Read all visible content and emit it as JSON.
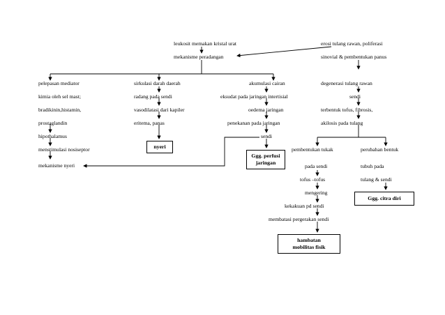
{
  "diagram": {
    "top": {
      "leukosit": "leukosit memakan kristal urat",
      "mekanisme_peradangan": "mekanisme peradangan",
      "erosi": "erosi tulang rawan, poliferasi",
      "sinovial": "sinovial & pembentukan panus"
    },
    "col1": {
      "l1": "pelepasan mediator",
      "l2": "kimia oleh sel mast;",
      "l3": "bradikinin,histamin,",
      "l4": "prostaglandin",
      "l5": "hipothalamus",
      "l6": "menstimulasi nosiseptor",
      "l7": "mekanisme nyeri"
    },
    "col2": {
      "l1": "sirkulasi darah daerah",
      "l2": "radang pada sendi",
      "l3": "vasodilatasi dari kapiler",
      "l4": "eritema, panas",
      "box": "nyeri"
    },
    "col3": {
      "l1": "akumulasi cairan",
      "l2": "eksudat pada jaringan intertisial",
      "l3": "oedema jaringan",
      "l4": "penekanan pada jaringan",
      "l5": "sendi",
      "box_line1": "Ggg. perfusi",
      "box_line2": "jaringan"
    },
    "col4": {
      "l1": "degenerasi tulang rawan",
      "l2": "sendi",
      "l3": "terbentuk tofus, fibrosis,",
      "l4": "akilosis pada tulang"
    },
    "left_branch": {
      "l1": "pembentukan tukak",
      "l2": "pada sendi",
      "l3": "tofus –tofus",
      "l4": "mengering",
      "l5": "kekakuan pd sendi",
      "l6": "membatasi pergerakan sendi",
      "box_line1": "hambatan",
      "box_line2": "mobilitas fisik"
    },
    "right_branch": {
      "l1": "perubahan bentuk",
      "l2": "tubuh pada",
      "l3": "tulang & sendi",
      "box": "Ggg. citra diri"
    }
  }
}
